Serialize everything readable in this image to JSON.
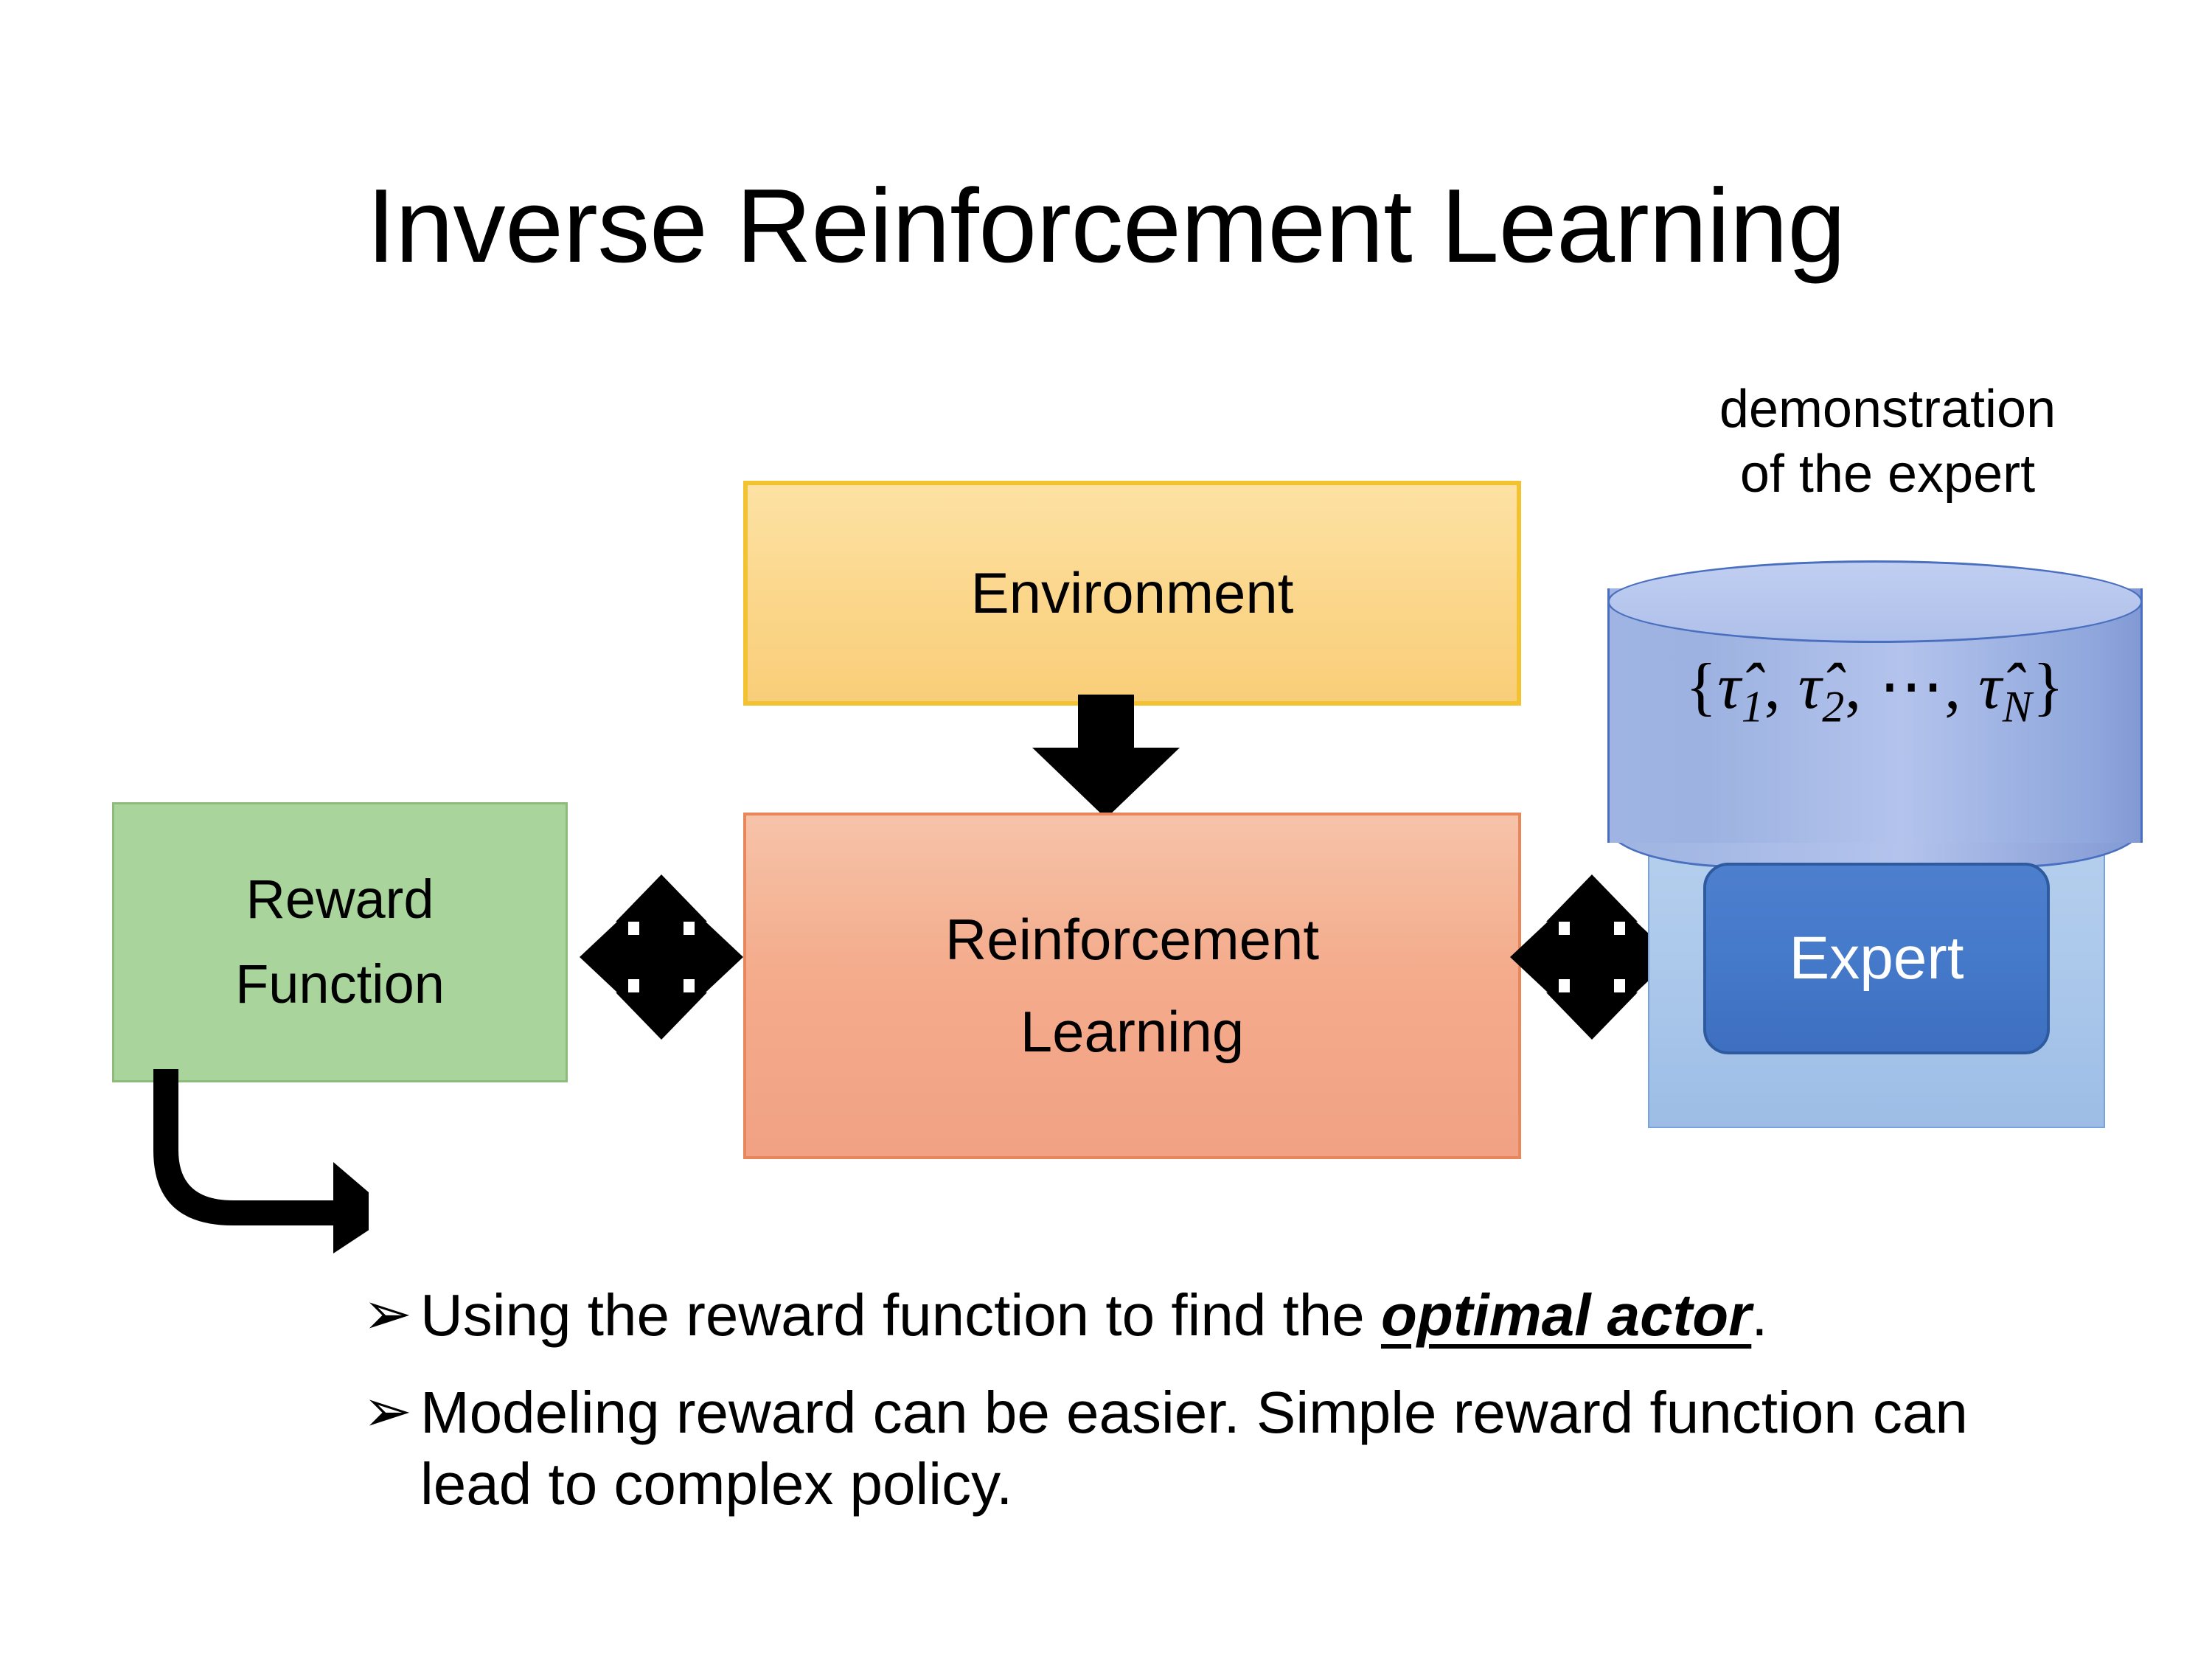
{
  "slide": {
    "title": "Inverse Reinforcement Learning",
    "background_color": "#FFFFFF"
  },
  "diagram": {
    "environment_box": {
      "label": "Environment",
      "fill_color": "#FBD68A",
      "border_color": "#F2C230"
    },
    "reinforcement_learning_box": {
      "label_line1": "Reinforcement",
      "label_line2": "Learning",
      "fill_color": "#F4AC8C",
      "border_color": "#E8875C"
    },
    "reward_function_box": {
      "label_line1": "Reward",
      "label_line2": "Function",
      "fill_color": "#A9D49B",
      "border_color": "#8CBB7C"
    },
    "expert_group": {
      "demonstration_label_line1": "demonstration",
      "demonstration_label_line2": "of the expert",
      "cylinder_formula": "{τ̂1, τ̂2, ⋯, τ̂N}",
      "cylinder_formula_parts": {
        "open_brace": "{",
        "tau1": "τ̂",
        "sub1": "1",
        "comma1": ", ",
        "tau2": "τ̂",
        "sub2": "2",
        "comma2": ", ",
        "ellipsis": "⋯",
        "comma3": ", ",
        "tauN": "τ̂",
        "subN": "N",
        "close_brace": "}"
      },
      "expert_label": "Expert",
      "cylinder_fill_color": "#A9BCE6",
      "cylinder_border_color": "#4A6FBF",
      "container_fill_color": "#A9C6EA",
      "expert_fill_color": "#4579C9",
      "expert_text_color": "#FFFFFF"
    },
    "arrows": {
      "environment_to_rl": "down-arrow",
      "reward_to_rl": "double-headed-arrow-pair",
      "rl_to_expert": "double-headed-arrow-pair",
      "reward_to_bullet": "elbow-arrow",
      "arrow_color": "#000000"
    }
  },
  "bullets": [
    {
      "marker": "➢",
      "text_before": "Using the reward function to find the ",
      "emphasis": "optimal actor",
      "text_after": "."
    },
    {
      "marker": "➢",
      "text_before": "Modeling reward can be easier. Simple reward function can lead to complex policy.",
      "emphasis": "",
      "text_after": ""
    }
  ]
}
